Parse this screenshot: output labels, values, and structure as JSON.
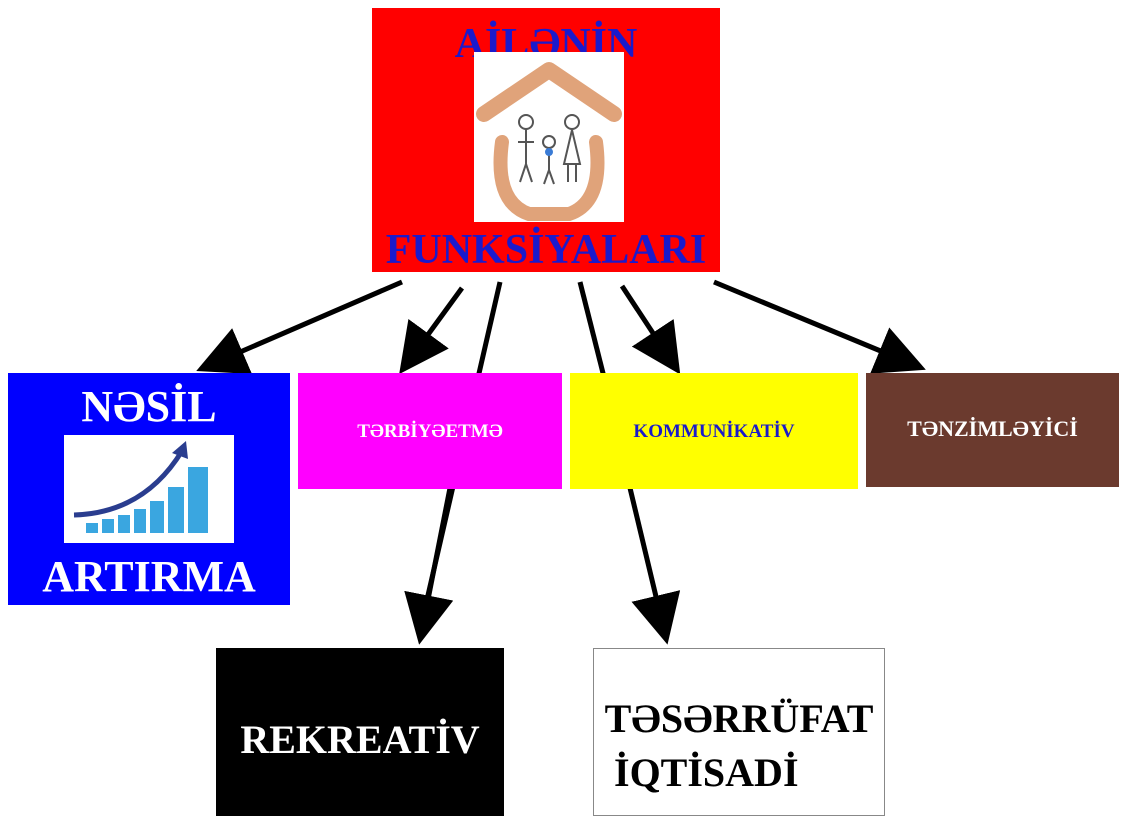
{
  "colors": {
    "center_bg": "#ff0000",
    "center_text": "#1a1acc",
    "nesil_bg": "#0000ff",
    "terbiye_bg": "#ff00ff",
    "kommun_bg": "#ffff00",
    "kommun_text": "#1a1acc",
    "tenzim_bg": "#6b3a2e",
    "rekreativ_bg": "#000000",
    "teserrufat_bg": "#ffffff",
    "arrow": "#000000"
  },
  "center": {
    "title_top": "AİLƏNİN",
    "title_bottom": "FUNKSİYALARI",
    "icon": "family-hands-house-icon"
  },
  "nodes": {
    "nesil": {
      "top": "NƏSİL",
      "bottom": "ARTIRMA",
      "icon": "growth-chart-icon"
    },
    "terbiye": {
      "label": "TƏRBİYƏETMƏ"
    },
    "kommun": {
      "label": "KOMMUNİKATİV"
    },
    "tenzim": {
      "label": "TƏNZİMLƏYİCİ"
    },
    "rekreativ": {
      "label": "REKREATİV"
    },
    "teserrufat": {
      "line1": "TƏSƏRRÜFAT",
      "line2": "İQTİSADİ"
    }
  }
}
